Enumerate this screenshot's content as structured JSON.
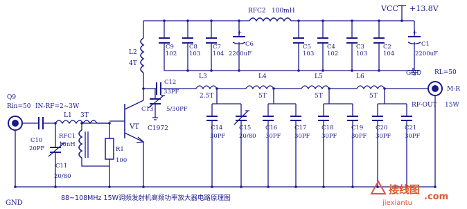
{
  "supply": {
    "label": "VCC",
    "voltage": "+13.8V"
  },
  "rfc2": {
    "name": "RFC2",
    "value": "100mH"
  },
  "decoupling": [
    {
      "name": "C9",
      "value": "102"
    },
    {
      "name": "C8",
      "value": "103"
    },
    {
      "name": "C7",
      "value": "104"
    },
    {
      "name": "C6",
      "value": "2200uF"
    },
    {
      "name": "C5",
      "value": "103"
    },
    {
      "name": "C4",
      "value": "102"
    },
    {
      "name": "C3",
      "value": "103"
    },
    {
      "name": "C2",
      "value": "104"
    },
    {
      "name": "C1",
      "value": "2200uF"
    }
  ],
  "ground_top": "GND",
  "ground_bottom": "GND",
  "l2": {
    "name": "L2",
    "value": "4T"
  },
  "c12": {
    "name": "C12",
    "value": "33PF"
  },
  "c13": {
    "name": "C13",
    "value": "5/30PF"
  },
  "transistor": {
    "name": "VT",
    "part": "C1972"
  },
  "output_inductors": [
    {
      "name": "L3",
      "value": "2.5T"
    },
    {
      "name": "L4",
      "value": "5T"
    },
    {
      "name": "L5",
      "value": "5T"
    },
    {
      "name": "L6",
      "value": "5T"
    }
  ],
  "output_caps": [
    {
      "name": "C14",
      "value": "30PF"
    },
    {
      "name": "C15",
      "value": "20/80"
    },
    {
      "name": "C16",
      "value": "30PF"
    },
    {
      "name": "C17",
      "value": "30PF"
    },
    {
      "name": "C18",
      "value": "30PF"
    },
    {
      "name": "C19",
      "value": "30PF"
    },
    {
      "name": "C20",
      "value": "30PF"
    },
    {
      "name": "C21",
      "value": "30PF"
    }
  ],
  "output": {
    "load": "RL=50",
    "connector": "M-R",
    "label": "RF-OUT",
    "power": "15W"
  },
  "input": {
    "ref": "Q9",
    "impedance": "Rin=50",
    "power": "IN-RF=2~3W",
    "c10": {
      "name": "C10",
      "value": "20PF"
    },
    "l1": {
      "name": "L1",
      "value": "3T"
    },
    "rfc1": {
      "name": "RFC1",
      "value": "10nH"
    },
    "c11": {
      "name": "C11",
      "value": "20/80"
    },
    "r1": {
      "name": "R1",
      "value": "100"
    }
  },
  "caption": "88~108MHz  15W调频发射机高频功率放大器电路原理图",
  "watermark": {
    "brand": "接线图",
    "domain": "jiexiantu",
    "suffix": ".com"
  }
}
